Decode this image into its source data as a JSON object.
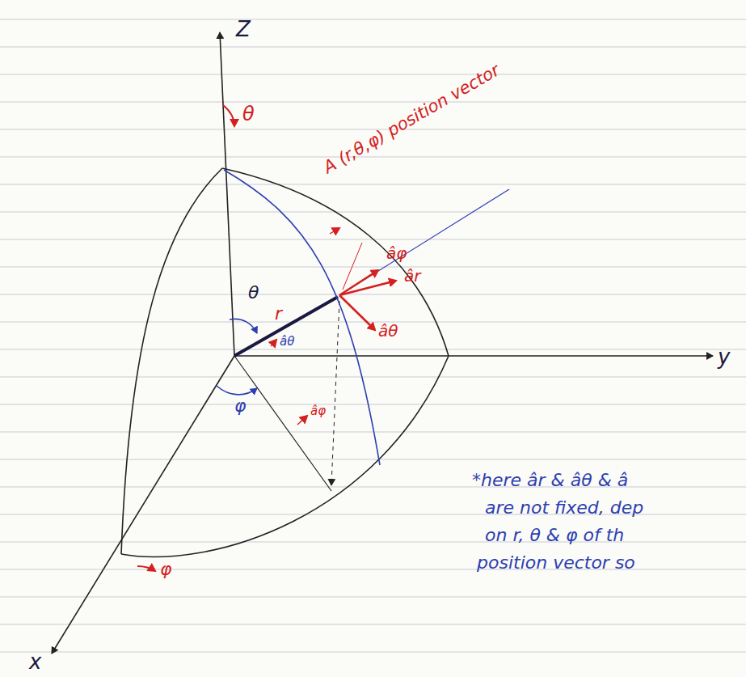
{
  "diagram": {
    "labels": [
      "Z",
      "θ",
      "A (r,θ,φ) position vector",
      "âφ",
      "âr",
      "θ",
      "r",
      "âθ",
      "âθ",
      "y",
      "φ",
      "âφ",
      "φ",
      "x",
      "*here âr & âθ & â",
      "are not fixed, dep",
      "on r, θ & φ of th",
      "position vector so"
    ]
  }
}
